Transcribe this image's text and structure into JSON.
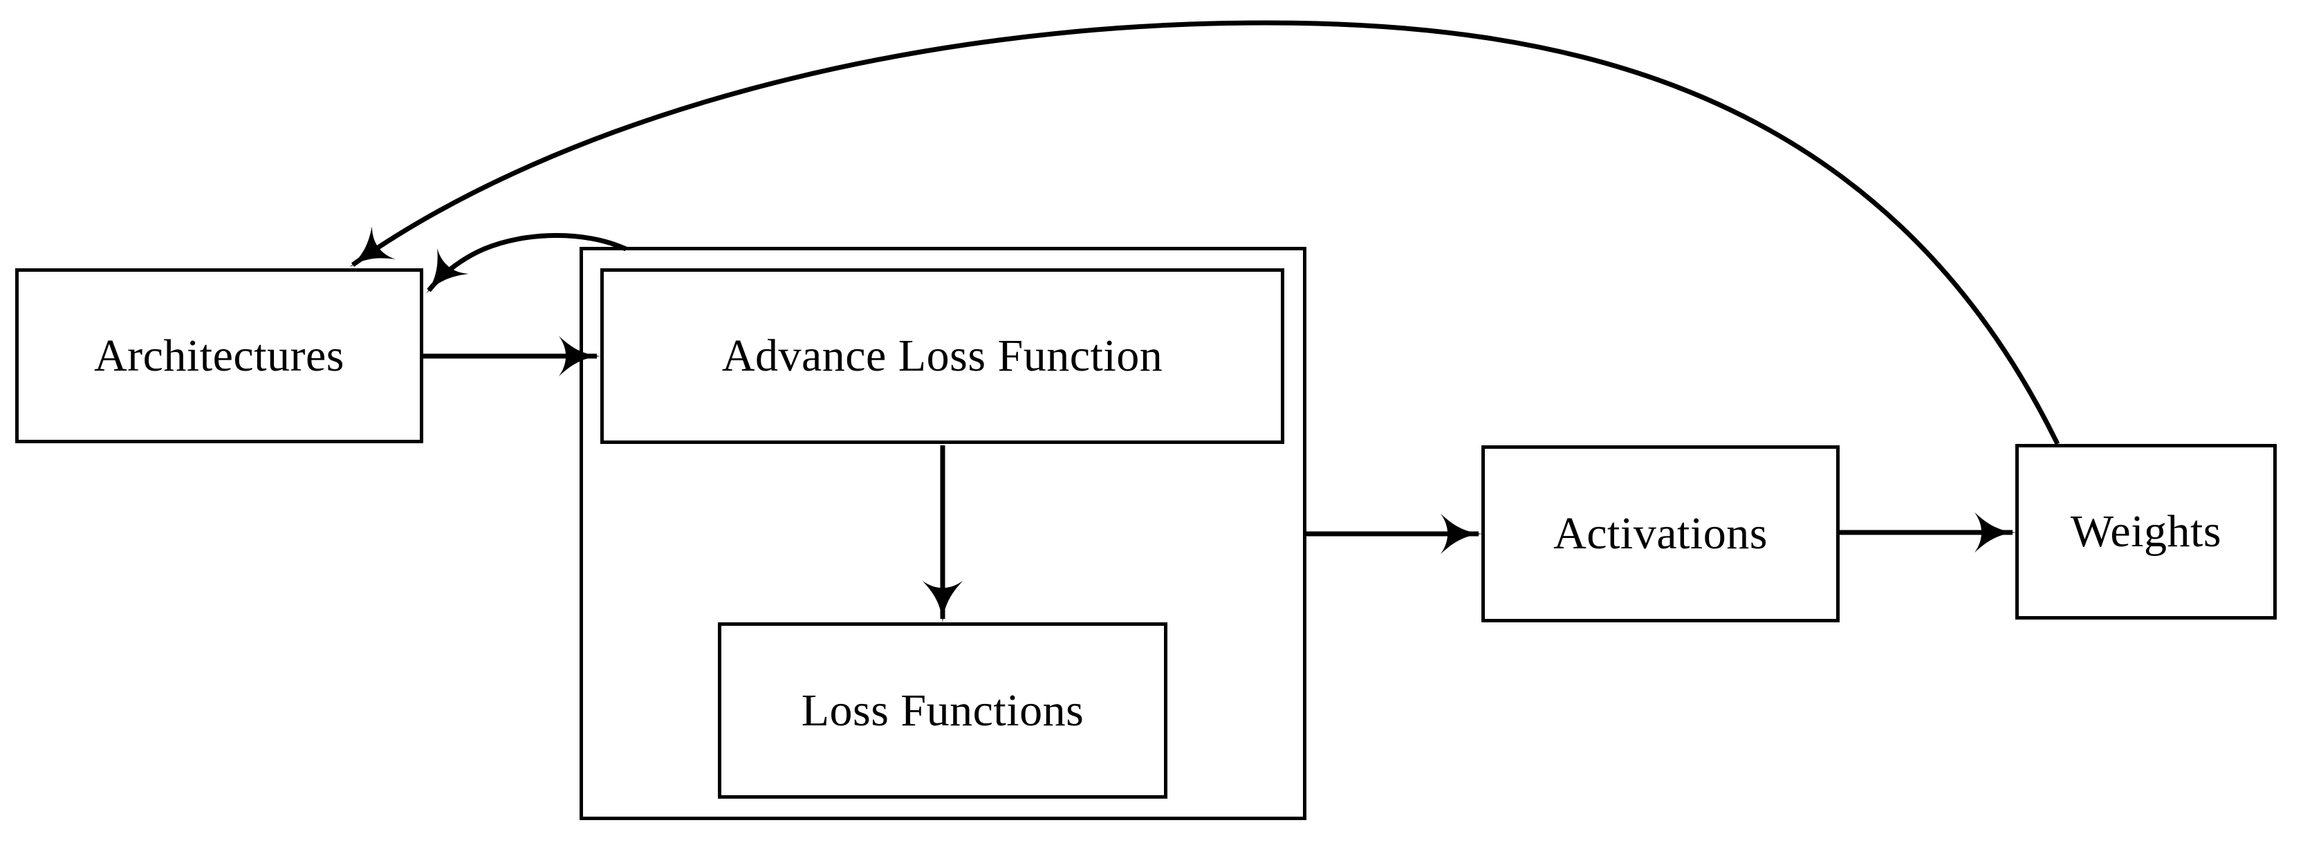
{
  "diagram": {
    "title": "Advance Loss Function pipeline",
    "background_color": "#ffffff",
    "line_color": "#000000",
    "nodes": [
      {
        "id": "architectures",
        "label": "Architectures"
      },
      {
        "id": "outer_group",
        "label": ""
      },
      {
        "id": "advance_loss",
        "label": "Advance Loss Function"
      },
      {
        "id": "loss_functions",
        "label": "Loss Functions"
      },
      {
        "id": "activations",
        "label": "Activations"
      },
      {
        "id": "weights",
        "label": "Weights"
      }
    ],
    "edges": [
      {
        "id": "arch-to-advance",
        "from": "architectures",
        "to": "advance_loss",
        "style": "straight-arrow"
      },
      {
        "id": "advance-to-loss",
        "from": "advance_loss",
        "to": "loss_functions",
        "style": "straight-arrow"
      },
      {
        "id": "group-to-activations",
        "from": "outer_group",
        "to": "activations",
        "style": "straight-arrow"
      },
      {
        "id": "activations-to-weights",
        "from": "activations",
        "to": "weights",
        "style": "straight-arrow"
      },
      {
        "id": "weights-to-arch",
        "from": "weights",
        "to": "architectures",
        "style": "curved-arrow"
      },
      {
        "id": "group-to-arch",
        "from": "outer_group",
        "to": "architectures",
        "style": "curved-arrow"
      }
    ]
  },
  "labels": {
    "architectures": "Architectures",
    "advance_loss_function": "Advance Loss Function",
    "loss_functions": "Loss Functions",
    "activations": "Activations",
    "weights": "Weights"
  }
}
